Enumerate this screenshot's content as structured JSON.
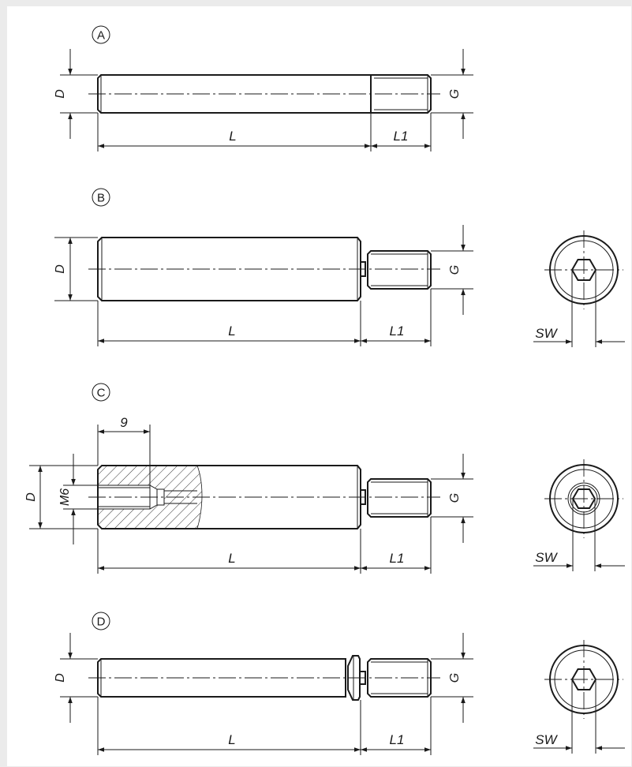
{
  "colors": {
    "background": "#ebebeb",
    "panel": "#ffffff",
    "line": "#1a1a1a"
  },
  "variants": [
    {
      "letter": "A",
      "labels": {
        "d": "D",
        "g": "G",
        "l": "L",
        "l1": "L1"
      }
    },
    {
      "letter": "B",
      "labels": {
        "d": "D",
        "g": "G",
        "l": "L",
        "l1": "L1",
        "sw": "SW"
      }
    },
    {
      "letter": "C",
      "labels": {
        "d": "D",
        "m": "M6",
        "nine": "9",
        "g": "G",
        "l": "L",
        "l1": "L1",
        "sw": "SW"
      }
    },
    {
      "letter": "D",
      "labels": {
        "d": "D",
        "g": "G",
        "l": "L",
        "l1": "L1",
        "sw": "SW"
      }
    }
  ]
}
